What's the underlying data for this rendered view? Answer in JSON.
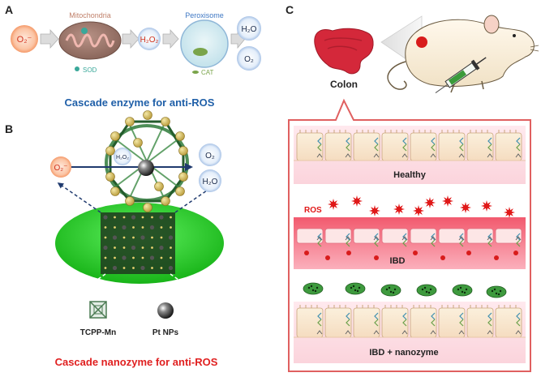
{
  "panel_a": {
    "letter": "A",
    "superoxide": "O₂⁻",
    "mitochondria_label": "Mitochondria",
    "sod_label": "SOD",
    "h2o2_label": "H₂O₂",
    "peroxisome_label": "Peroxisome",
    "cat_label": "CAT",
    "h2o_label": "H₂O",
    "o2_label": "O₂",
    "caption": "Cascade enzyme for anti-ROS",
    "caption_color": "#1f5fa8"
  },
  "panel_b": {
    "letter": "B",
    "superoxide": "O₂⁻",
    "h2o2_label": "H₂O₂",
    "o2_label": "O₂",
    "h2o_label": "H₂O",
    "legend_tcpp": "TCPP-Mn",
    "legend_pt": "Pt NPs",
    "caption": "Cascade nanozyme for anti-ROS",
    "caption_color": "#e02020",
    "nanozyme_color": "#2fd02f"
  },
  "panel_c": {
    "letter": "C",
    "colon_label": "Colon",
    "healthy_label": "Healthy",
    "ros_label": "ROS",
    "ibd_label": "IBD",
    "ibd_nanozyme_label": "IBD + nanozyme",
    "frame_color": "#e06060",
    "ros_color": "#e01818"
  }
}
